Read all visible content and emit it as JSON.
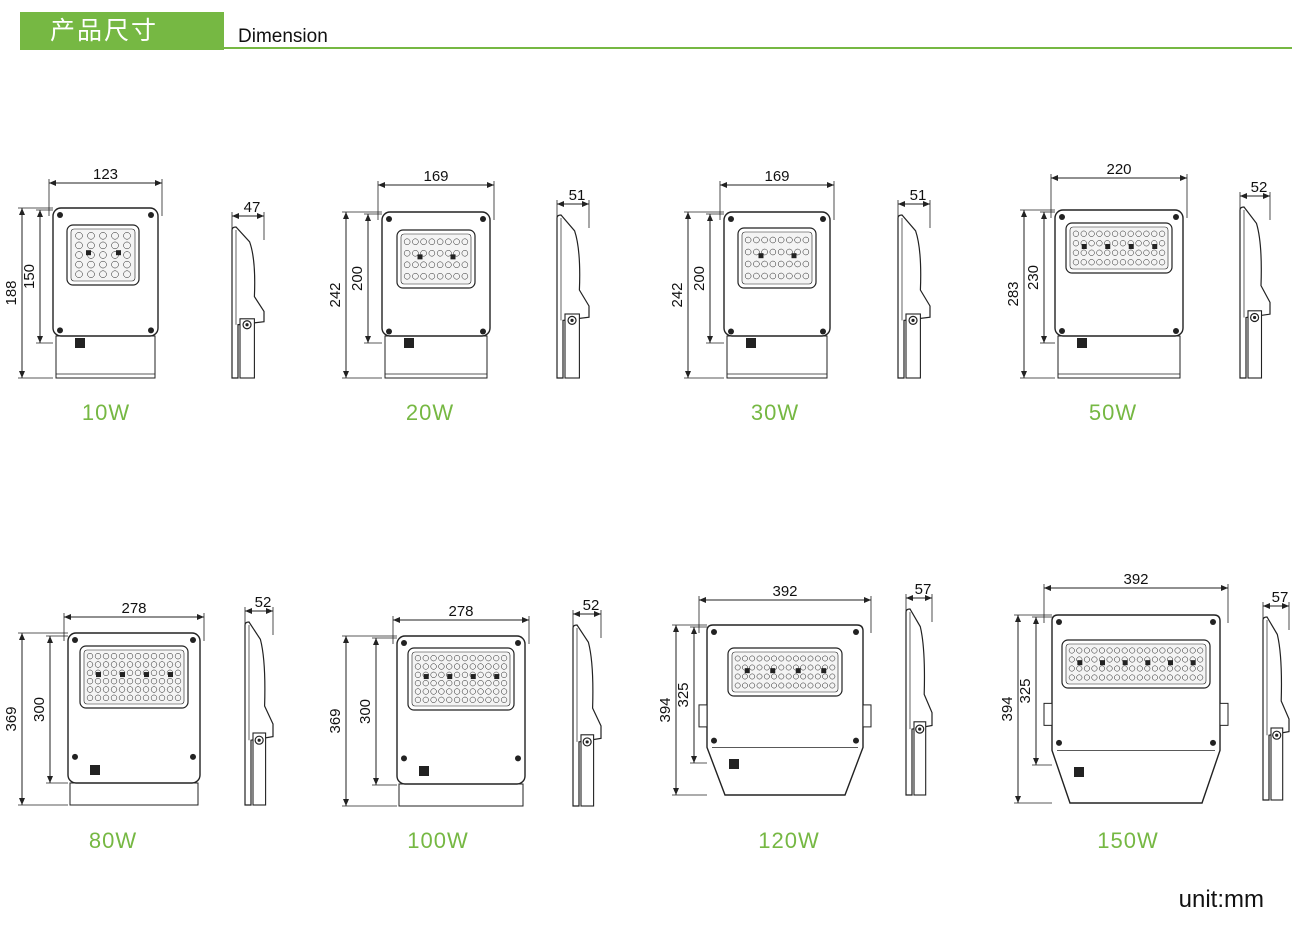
{
  "header": {
    "title": "产品尺寸",
    "subtitle": "Dimension"
  },
  "unit_label": "unit:mm",
  "colors": {
    "accent": "#76b843",
    "line": "#222222"
  },
  "products": [
    {
      "label": "10W",
      "width": "123",
      "depth": "47",
      "height": "188",
      "inner_height": "150"
    },
    {
      "label": "20W",
      "width": "169",
      "depth": "51",
      "height": "242",
      "inner_height": "200"
    },
    {
      "label": "30W",
      "width": "169",
      "depth": "51",
      "height": "242",
      "inner_height": "200"
    },
    {
      "label": "50W",
      "width": "220",
      "depth": "52",
      "height": "283",
      "inner_height": "230"
    },
    {
      "label": "80W",
      "width": "278",
      "depth": "52",
      "height": "369",
      "inner_height": "300"
    },
    {
      "label": "100W",
      "width": "278",
      "depth": "52",
      "height": "369",
      "inner_height": "300"
    },
    {
      "label": "120W",
      "width": "392",
      "depth": "57",
      "height": "394",
      "inner_height": "325"
    },
    {
      "label": "150W",
      "width": "392",
      "depth": "57",
      "height": "394",
      "inner_height": "325"
    }
  ]
}
